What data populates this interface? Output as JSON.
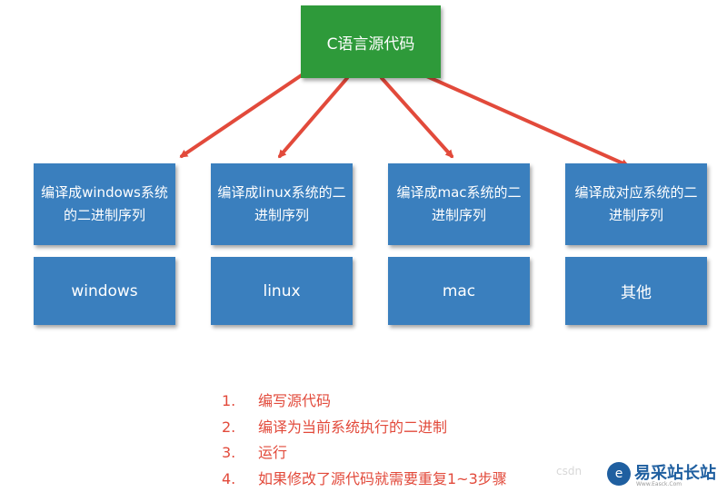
{
  "source": {
    "label": "C语言源代码"
  },
  "targets": [
    {
      "compile_label": "编译成windows系统的二进制序列",
      "platform": "windows"
    },
    {
      "compile_label": "编译成linux系统的二进制序列",
      "platform": "linux"
    },
    {
      "compile_label": "编译成mac系统的二进制序列",
      "platform": "mac"
    },
    {
      "compile_label": "编译成对应系统的二进制序列",
      "platform": "其他"
    }
  ],
  "steps": [
    {
      "num": "1.",
      "text": "编写源代码"
    },
    {
      "num": "2.",
      "text": "编译为当前系统执行的二进制"
    },
    {
      "num": "3.",
      "text": "运行"
    },
    {
      "num": "4.",
      "text": "如果修改了源代码就需要重复1~3步骤"
    }
  ],
  "watermark": {
    "csdn": "csdn",
    "logo_glyph": "e",
    "site": "易采站长站",
    "url": "Www.Easck.Com"
  },
  "colors": {
    "source_box": "#2e9a3a",
    "target_box": "#3a7fbe",
    "arrow": "#e24a3b",
    "steps_text": "#e24a3b"
  }
}
